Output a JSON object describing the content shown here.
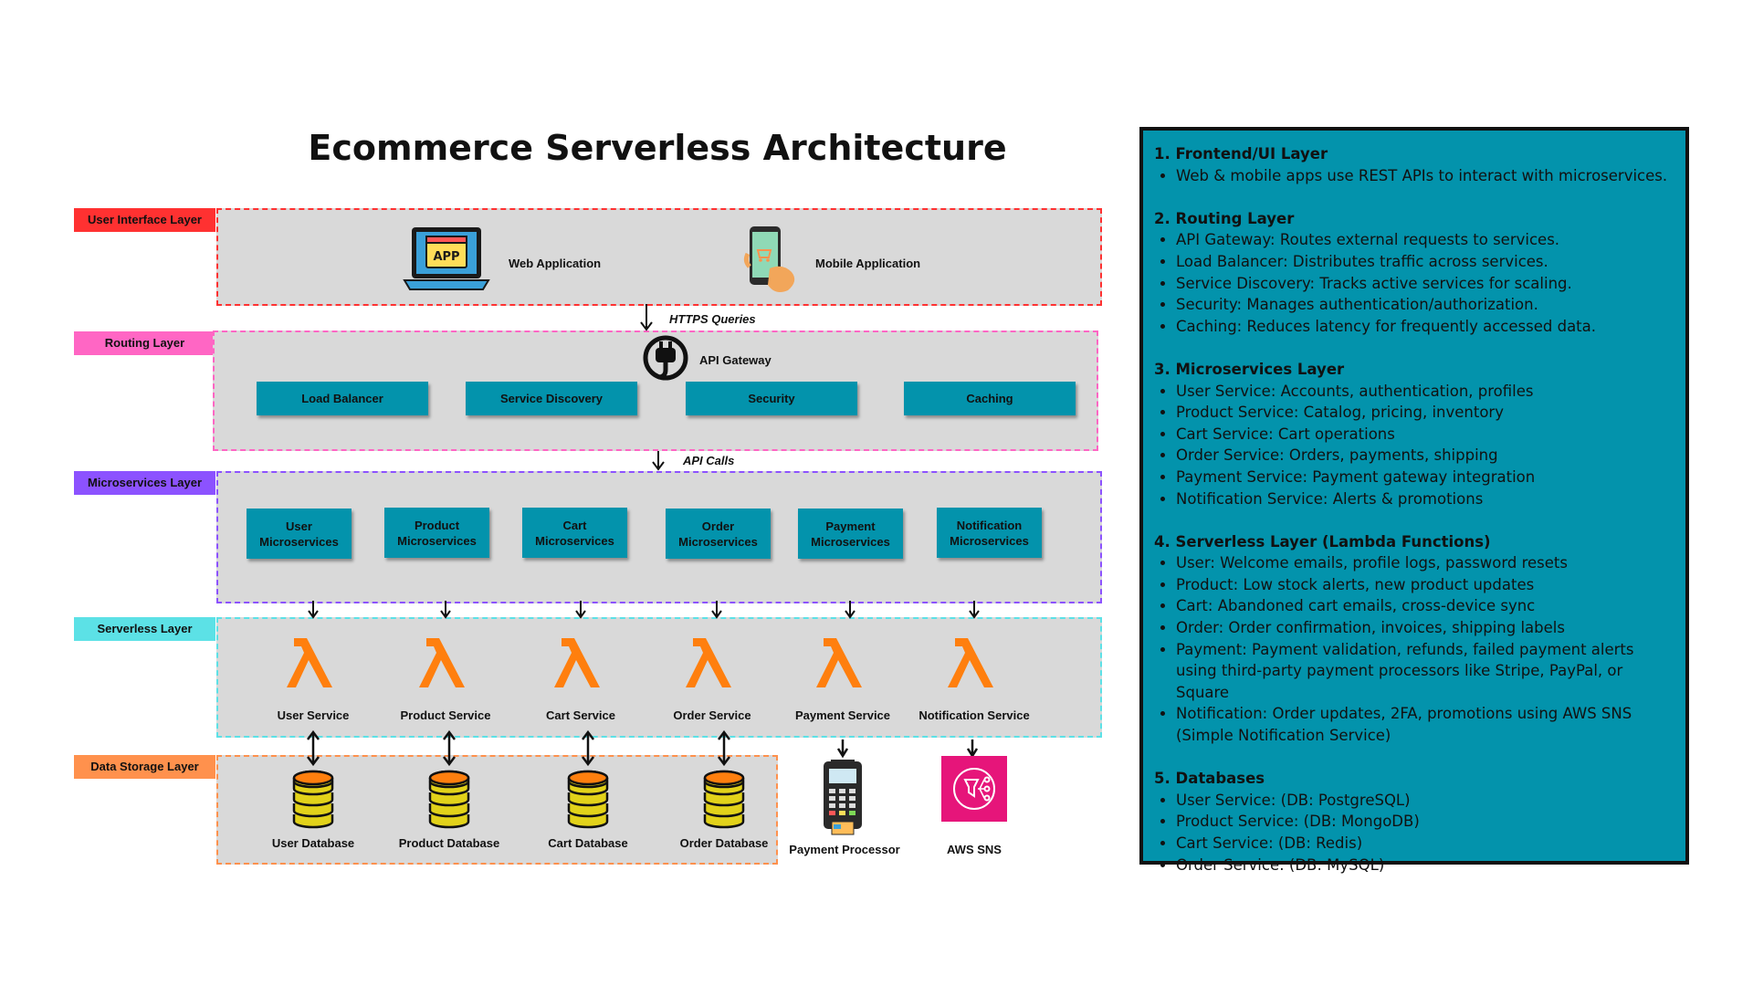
{
  "title": "Ecommerce Serverless Architecture",
  "colors": {
    "ui_layer": "#ff3131",
    "routing_layer": "#ff66c4",
    "microservices_layer": "#8c52ff",
    "serverless_layer": "#5ce1e6",
    "storage_layer": "#ff914d",
    "teal": "#0393ac",
    "lambda": "#ff7f0e",
    "sns": "#e6157a"
  },
  "layers": {
    "ui": "User Interface Layer",
    "routing": "Routing Layer",
    "microservices": "Microservices Layer",
    "serverless": "Serverless Layer",
    "storage": "Data Storage Layer"
  },
  "ui_apps": [
    "Web Application",
    "Mobile Application"
  ],
  "arrows": {
    "https": "HTTPS Queries",
    "api_calls": "API Calls"
  },
  "routing": {
    "gateway": "API Gateway",
    "boxes": [
      "Load Balancer",
      "Service Discovery",
      "Security",
      "Caching"
    ]
  },
  "microservices": [
    [
      "User",
      "Microservices"
    ],
    [
      "Product",
      "Microservices"
    ],
    [
      "Cart",
      "Microservices"
    ],
    [
      "Order",
      "Microservices"
    ],
    [
      "Payment",
      "Microservices"
    ],
    [
      "Notification",
      "Microservices"
    ]
  ],
  "serverless": [
    "User Service",
    "Product Service",
    "Cart Service",
    "Order Service",
    "Payment Service",
    "Notification Service"
  ],
  "databases": [
    "User Database",
    "Product Database",
    "Cart Database",
    "Order Database"
  ],
  "external": [
    "Payment Processor",
    "AWS SNS"
  ],
  "icons": [
    "laptop-app-icon",
    "mobile-phone-icon",
    "api-gateway-plug-icon",
    "lambda-icon",
    "database-icon",
    "payment-terminal-icon",
    "aws-sns-icon"
  ],
  "panel": [
    {
      "heading": "1. Frontend/UI Layer",
      "items": [
        "Web & mobile apps use REST APIs to interact with microservices."
      ]
    },
    {
      "heading": "2. Routing Layer",
      "items": [
        "API Gateway: Routes external requests to services.",
        "Load Balancer: Distributes traffic across services.",
        "Service Discovery: Tracks active services for scaling.",
        "Security: Manages authentication/authorization.",
        "Caching: Reduces latency for frequently accessed data."
      ]
    },
    {
      "heading": "3. Microservices Layer",
      "items": [
        "User Service: Accounts, authentication, profiles",
        "Product Service: Catalog, pricing, inventory",
        "Cart Service: Cart operations",
        "Order Service: Orders, payments, shipping",
        "Payment Service: Payment gateway integration",
        "Notification Service: Alerts & promotions"
      ]
    },
    {
      "heading": "4. Serverless Layer (Lambda Functions)",
      "items": [
        "User: Welcome emails, profile logs, password resets",
        "Product: Low stock alerts, new product updates",
        "Cart: Abandoned cart emails, cross-device sync",
        "Order: Order confirmation, invoices, shipping labels",
        "Payment: Payment validation, refunds, failed payment alerts using third-party payment processors like Stripe, PayPal, or Square",
        "Notification: Order updates, 2FA, promotions using AWS SNS (Simple Notification Service)"
      ]
    },
    {
      "heading": "5. Databases",
      "items": [
        "User Service: (DB: PostgreSQL)",
        "Product Service: (DB: MongoDB)",
        "Cart Service: (DB: Redis)",
        "Order Service: (DB: MySQL)"
      ]
    }
  ]
}
